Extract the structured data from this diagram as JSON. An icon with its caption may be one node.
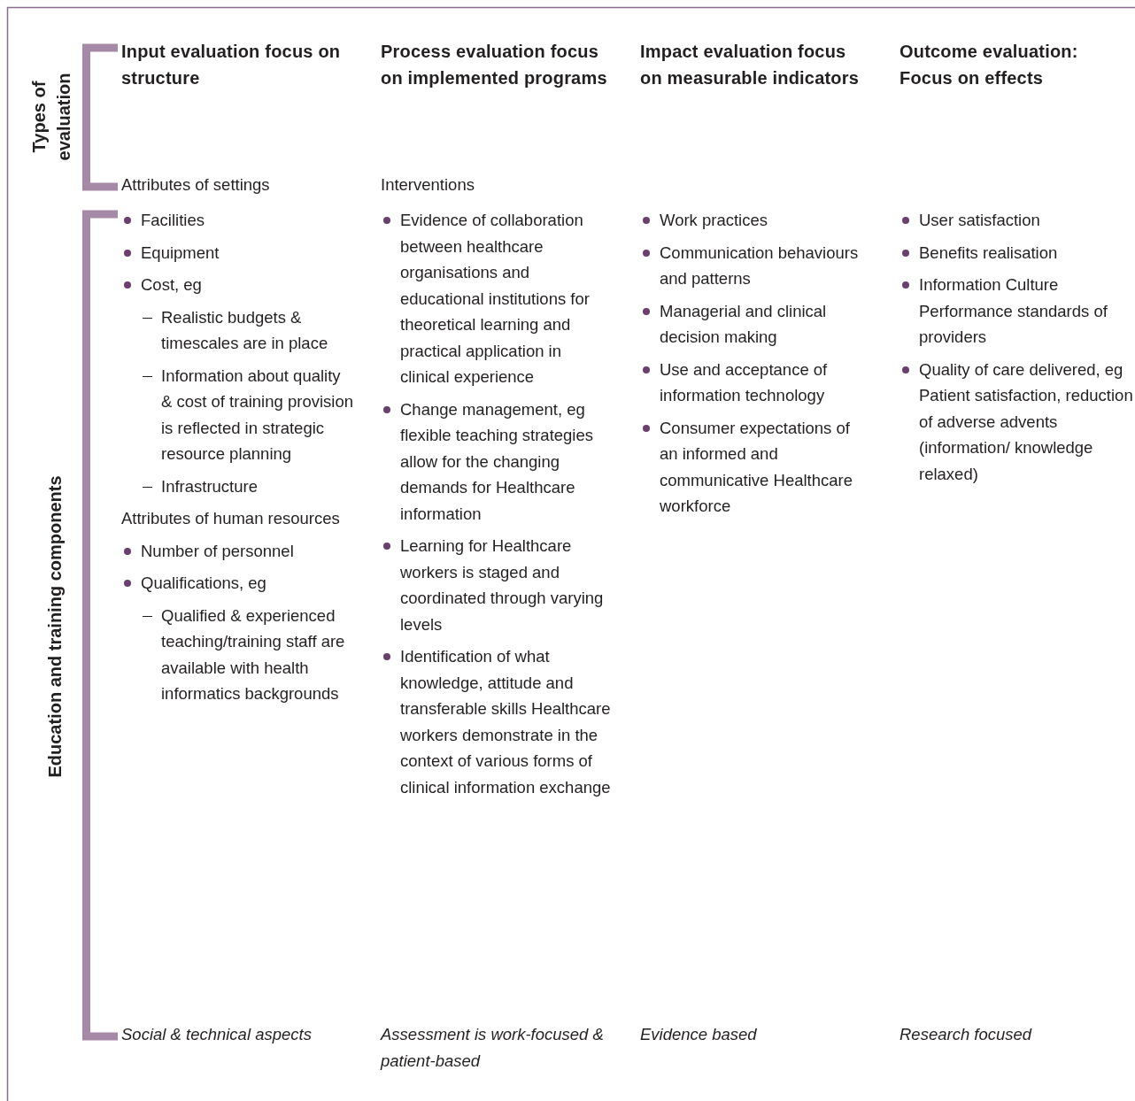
{
  "diagram": {
    "labels": [
      "Types of evaluation",
      "Education and training components",
      "Input evaluation focus on structure",
      "Process evaluation focus on implemented programs",
      "Impact evaluation focus on measurable indicators",
      "Outcome evaluation: Focus on effects",
      "Attributes of settings",
      "Interventions",
      "Facilities",
      "Equipment",
      "Cost, eg",
      "Realistic budgets & timescales are in place",
      "Information about quality & cost of training provision is reflected in strategic resource planning",
      "Infrastructure",
      "Attributes of human resources",
      "Number of personnel",
      "Qualifications, eg",
      "Qualified & experienced teaching/training staff are available with health informatics backgrounds",
      "Evidence of collaboration between healthcare organisations and educational institutions for theoretical learning and practical application in clinical experience",
      "Change management, eg flexible teaching strategies allow for the changing demands for Healthcare information",
      "Learning for Healthcare workers is staged and coordinated through varying levels",
      "Identification of what knowledge, attitude and transferable skills Healthcare workers demonstrate in the context of various forms of clinical information exchange",
      "Work practices",
      "Communication behaviours and patterns",
      "Managerial and clinical decision making",
      "Use and acceptance of information technology",
      "Consumer expectations of an informed and communicative Healthcare workforce",
      "User satisfaction",
      "Benefits realisation",
      "Information Culture Performance standards of providers",
      "Quality of care delivered, eg Patient satisfaction, reduction of adverse advents (information/ knowledge relaxed)",
      "Social & technical aspects",
      "Assessment is work-focused & patient-based",
      "Evidence based",
      "Research focused"
    ]
  }
}
